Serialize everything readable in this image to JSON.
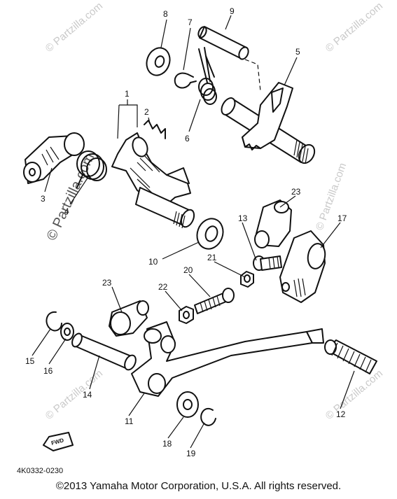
{
  "diagram": {
    "part_labels": {
      "p1": "1",
      "p2": "2",
      "p3": "3",
      "p4": "4",
      "p5": "5",
      "p6": "6",
      "p7": "7",
      "p8": "8",
      "p9": "9",
      "p10": "10",
      "p11": "11",
      "p12": "12",
      "p13": "13",
      "p14": "14",
      "p15": "15",
      "p16": "16",
      "p17": "17",
      "p18": "18",
      "p19": "19",
      "p20": "20",
      "p21": "21",
      "p22": "22",
      "p23a": "23",
      "p23b": "23"
    },
    "drawing_code": "4K0332-0230",
    "fwd_label": "FWD",
    "watermark": "© Partzilla.com",
    "watermark_small": "© Partzilla.com"
  },
  "footer": {
    "copyright": "©2013  Yamaha Motor Corporation, U.S.A. All rights reserved."
  },
  "colors": {
    "ink": "#111111",
    "watermark": "#c9c9c9",
    "background": "#ffffff"
  }
}
